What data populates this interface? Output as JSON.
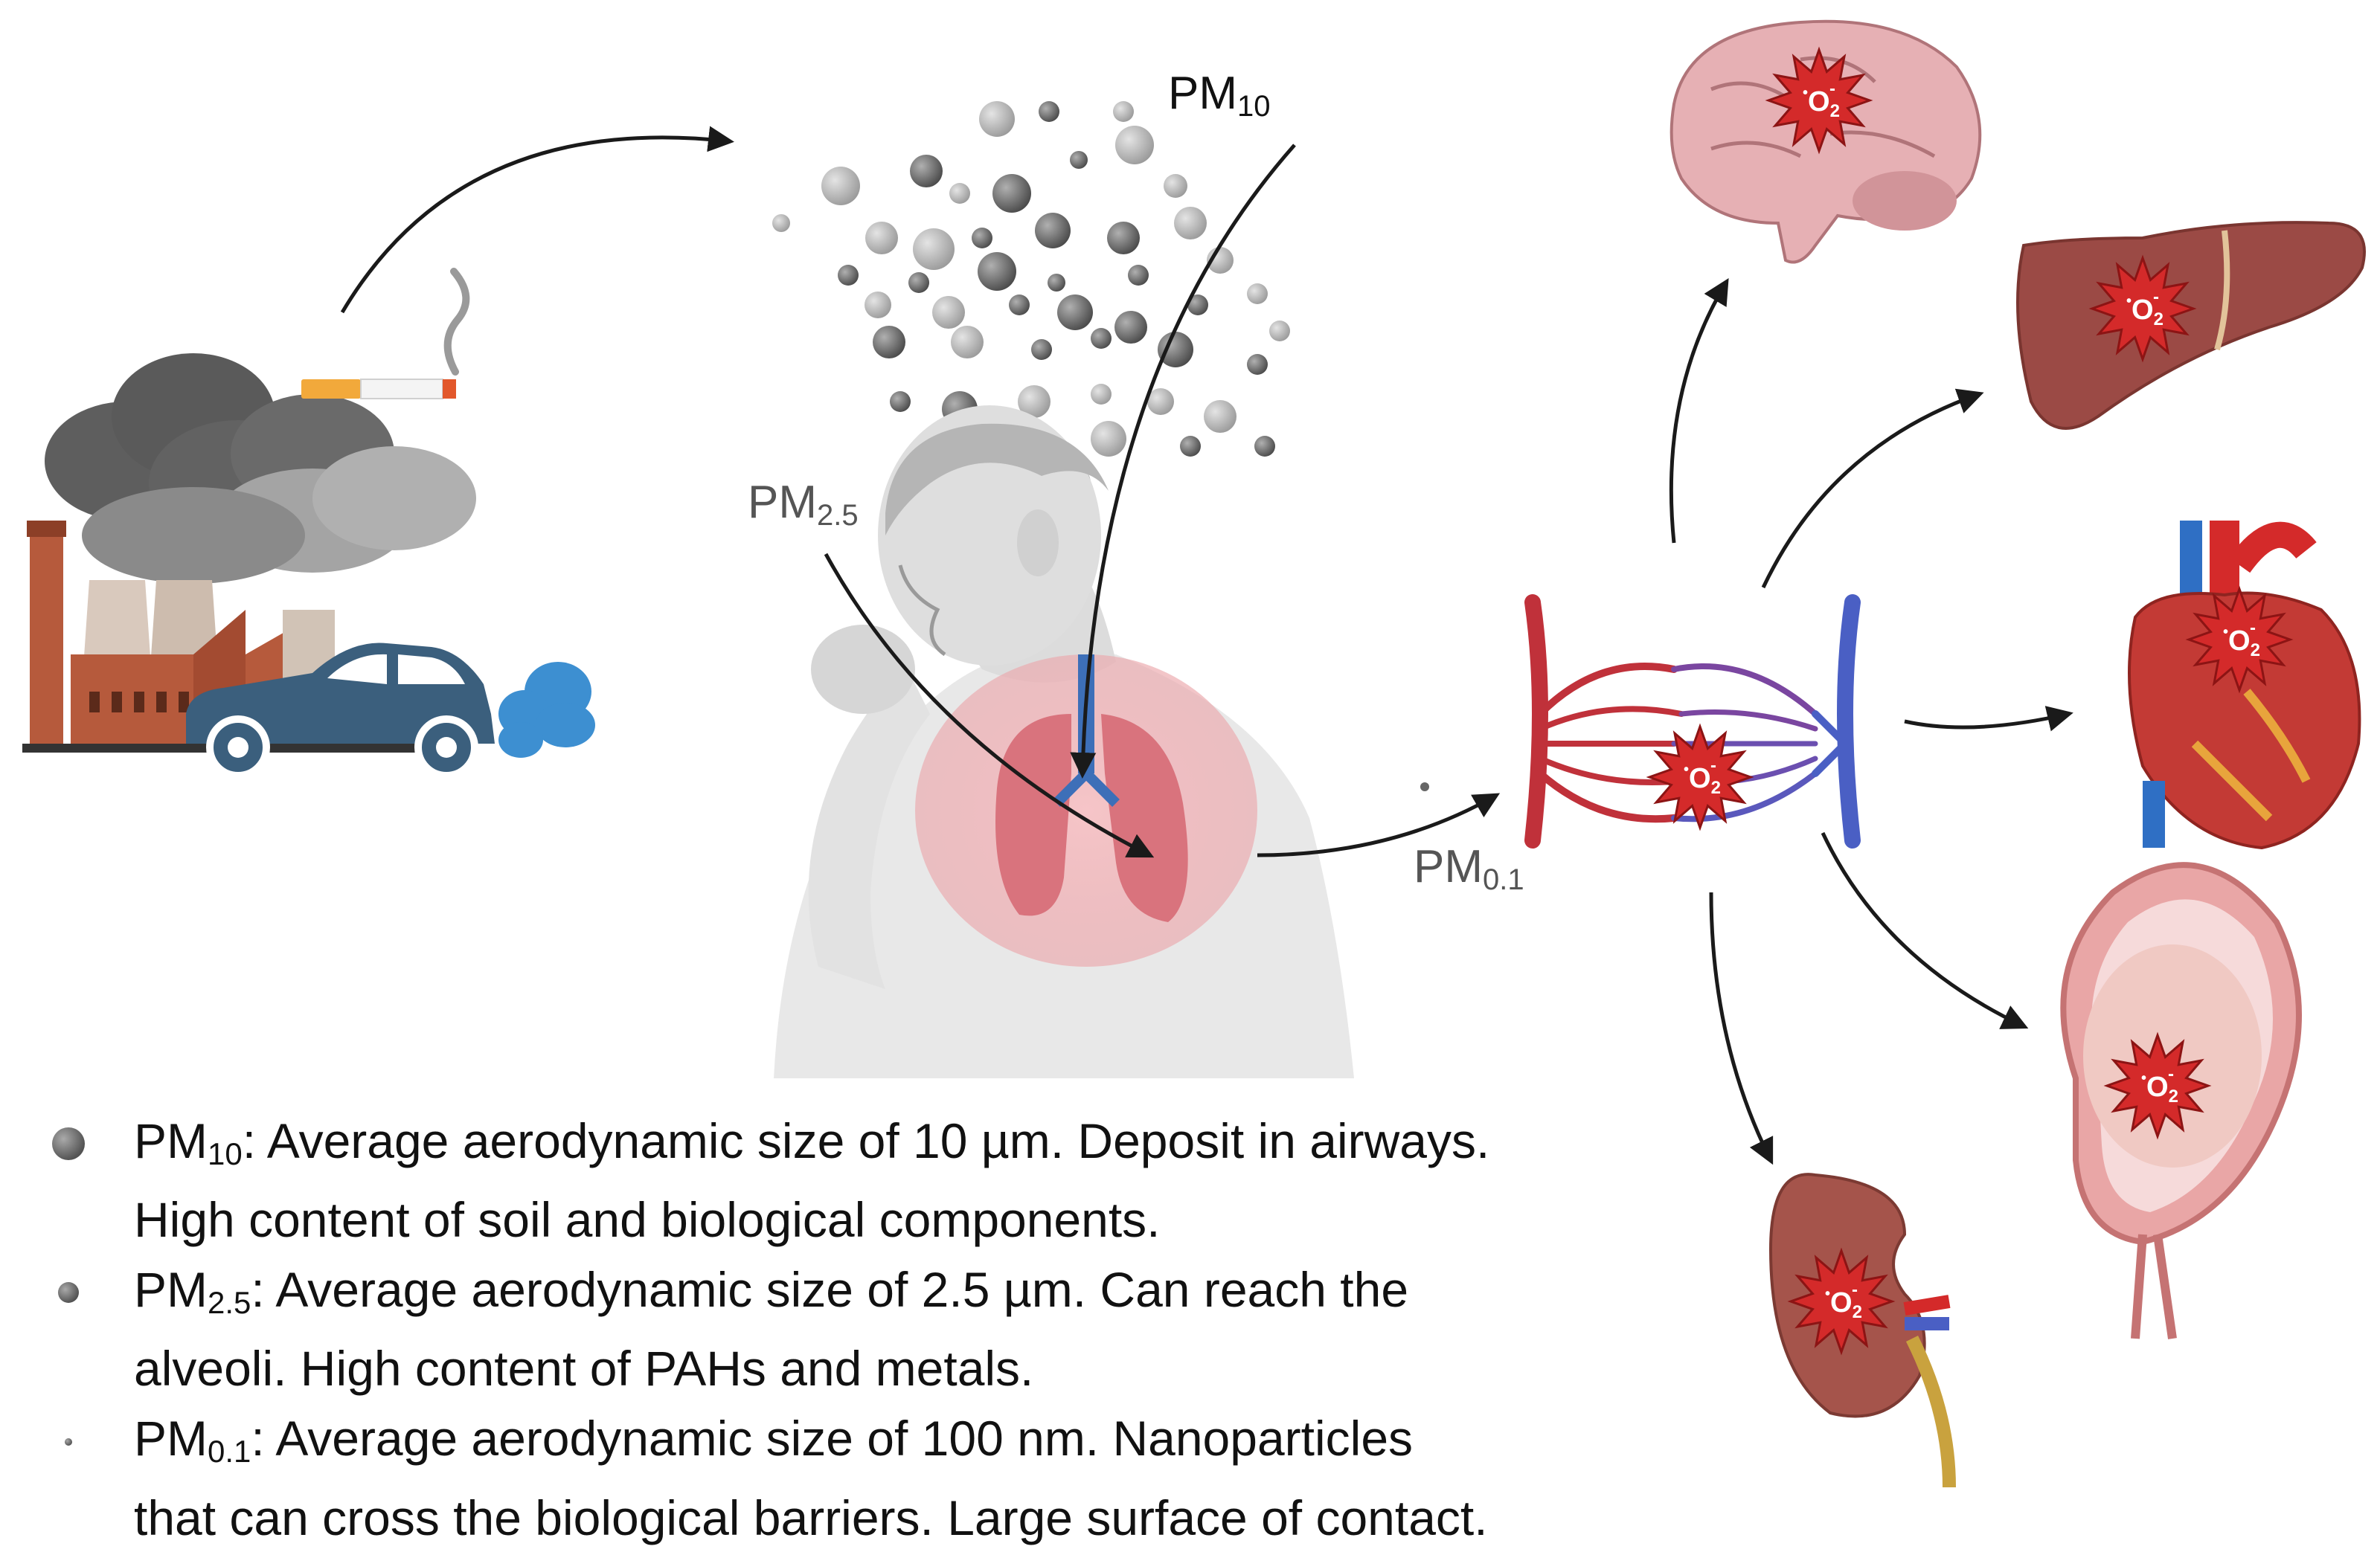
{
  "labels": {
    "pm10": {
      "main": "PM",
      "sub": "10"
    },
    "pm25": {
      "main": "PM",
      "sub": "2.5"
    },
    "pm01": {
      "main": "PM",
      "sub": "0.1"
    }
  },
  "superoxide": {
    "main": "O",
    "sub": "2",
    "sup": "•-"
  },
  "legend": [
    {
      "main": "PM",
      "sub": "10",
      "text1": ": Average aerodynamic size of 10 µm. Deposit in airways.",
      "text2": "High content of soil and biological components."
    },
    {
      "main": "PM",
      "sub": "2.5",
      "text1": ": Average aerodynamic size of 2.5 µm. Can reach the",
      "text2": "alveoli. High content of PAHs and metals."
    },
    {
      "main": "PM",
      "sub": "0.1",
      "text1": ": Average aerodynamic size of 100 nm. Nanoparticles",
      "text2": "that can cross the biological barriers. Large surface of contact."
    }
  ],
  "colors": {
    "arrow": "#1a1a1a",
    "artery": "#c0313a",
    "vein": "#4a5fc4",
    "burst": "#d42a2a",
    "lung": "#e08a8f",
    "smoke": "#5e5e5e",
    "car": "#3b5f7d",
    "exhaust": "#3d8fd1",
    "factory": "#b65a3c"
  },
  "icons": [
    "factory-icon",
    "car-icon",
    "cigarette-icon",
    "person-coughing-icon",
    "lungs-icon",
    "capillary-network-icon",
    "brain-icon",
    "liver-icon",
    "heart-icon",
    "uterus-fetus-icon",
    "kidney-icon",
    "superoxide-burst-icon"
  ]
}
